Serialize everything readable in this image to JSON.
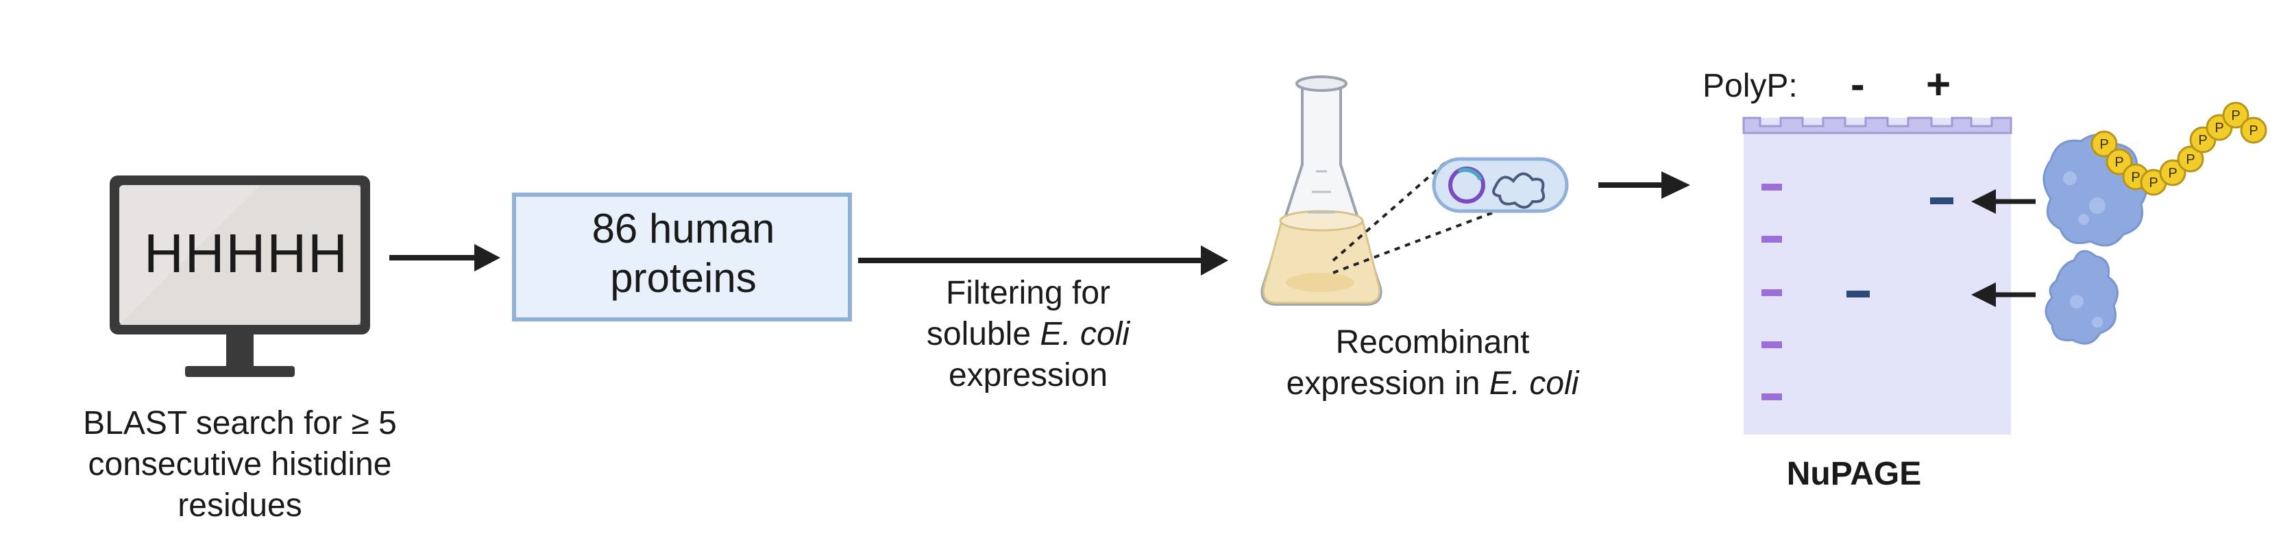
{
  "step1": {
    "screen_text": "HHHHH",
    "caption_lines": [
      "BLAST search for  ≥ 5",
      "consecutive histidine",
      "residues"
    ]
  },
  "step2": {
    "box_lines": [
      "86 human",
      "proteins"
    ]
  },
  "step3": {
    "caption_line1": "Filtering for",
    "caption_line2_plain": "soluble ",
    "caption_line2_italic": "E. coli",
    "caption_line3": "expression"
  },
  "step4": {
    "caption_line1": "Recombinant",
    "caption_line2_plain": "expression in ",
    "caption_line2_italic": "E.  coli"
  },
  "gel": {
    "polyp_label": "PolyP:",
    "minus_label": "-",
    "plus_label": "+",
    "title": "NuPAGE",
    "phosphate_label": "P"
  },
  "colors": {
    "monitor": "#3a3a3a",
    "screen": "#e6e3e2",
    "box_fill": "#e8f0fb",
    "box_stroke": "#8fb0d8",
    "arrow": "#1f1f1f",
    "gel": "#e3e3f9",
    "gel_top": "#c5c2ee",
    "ladder": "#9b6fd6",
    "band": "#2a4a78",
    "protein": "#8ea9e0",
    "phosphate": "#f2cd2a",
    "flask_liquid": "#f3e2b8"
  }
}
